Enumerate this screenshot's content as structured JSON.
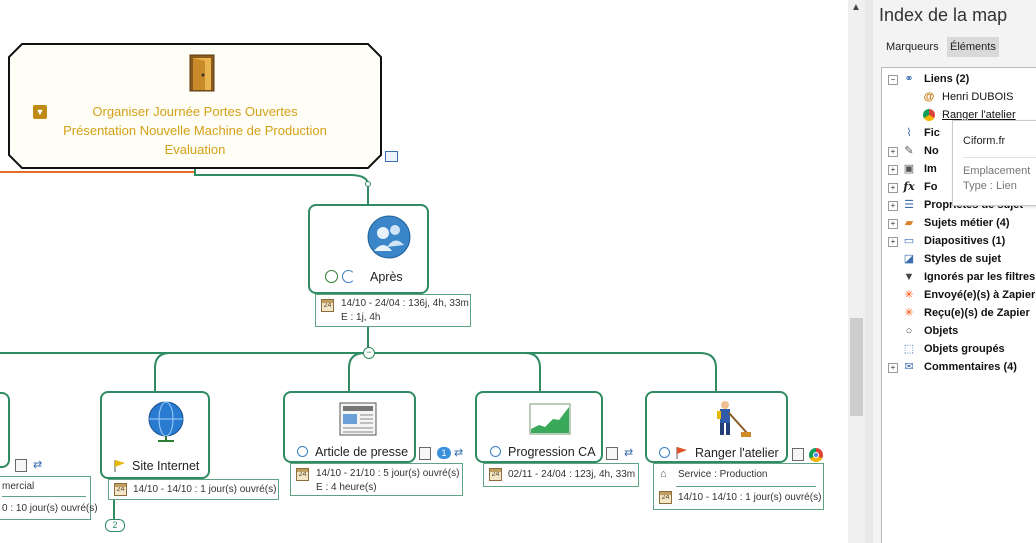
{
  "map": {
    "central": {
      "lines": [
        "Organiser Journée Portes Ouvertes",
        "Présentation Nouvelle Machine de Production",
        "Evaluation"
      ]
    },
    "apres": {
      "label": "Après",
      "info_line1": "14/10 - 24/04 : 136j, 4h, 33m",
      "info_line2": "E : 1j, 4h"
    },
    "left_partial": {
      "info_line1": "mercial",
      "info_line2": "0 : 10 jour(s) ouvré(s)"
    },
    "site": {
      "label": "Site Internet",
      "info": "14/10 - 14/10 : 1 jour(s) ouvré(s)",
      "badge": "2"
    },
    "article": {
      "label": "Article de presse",
      "badge": "1",
      "info_line1": "14/10 - 21/10 : 5 jour(s) ouvré(s)",
      "info_line2": "E : 4 heure(s)"
    },
    "progression": {
      "label": "Progression CA",
      "info": "02/11 - 24/04 : 123j, 4h, 33m"
    },
    "ranger": {
      "label": "Ranger l'atelier",
      "service": "Service : Production",
      "info": "14/10 - 14/10 : 1 jour(s) ouvré(s)"
    },
    "calendar_day": "24"
  },
  "panel": {
    "title": "Index de la map",
    "tabs": [
      "Marqueurs",
      "Éléments"
    ],
    "active_tab": "Éléments",
    "tree": {
      "liens": "Liens (2)",
      "henri": "Henri DUBOIS",
      "ranger": "Ranger l'atelier",
      "fic": "Fic",
      "no": "No",
      "im": "Im",
      "fo": "Fo",
      "proprietes": "Propriétés de sujet",
      "sujets_metier": "Sujets métier (4)",
      "diapositives": "Diapositives (1)",
      "styles": "Styles de sujet",
      "ignores": "Ignorés par les filtres",
      "envoyes": "Envoyé(e)(s) à Zapier",
      "recus": "Reçu(e)(s) de Zapier",
      "objets": "Objets",
      "objets_groupes": "Objets groupés",
      "commentaires": "Commentaires (4)"
    },
    "tooltip": {
      "url": "Ciform.fr",
      "emplacement": "Emplacement",
      "type": "Type : Lien"
    }
  },
  "colors": {
    "node_border": "#2e8b62",
    "central_text": "#d4a017",
    "connector": "#2e8b62",
    "orange_line": "#e07020"
  },
  "icons": {
    "door": "door-icon",
    "trophy": "trophy-icon",
    "people": "people-icon",
    "globe": "globe-icon",
    "newspaper": "newspaper-icon",
    "chart": "chart-icon",
    "janitor": "janitor-icon",
    "flag": "flag-icon",
    "calendar": "calendar-icon",
    "note": "note-icon",
    "link": "link-icon",
    "chrome": "chrome-icon"
  }
}
